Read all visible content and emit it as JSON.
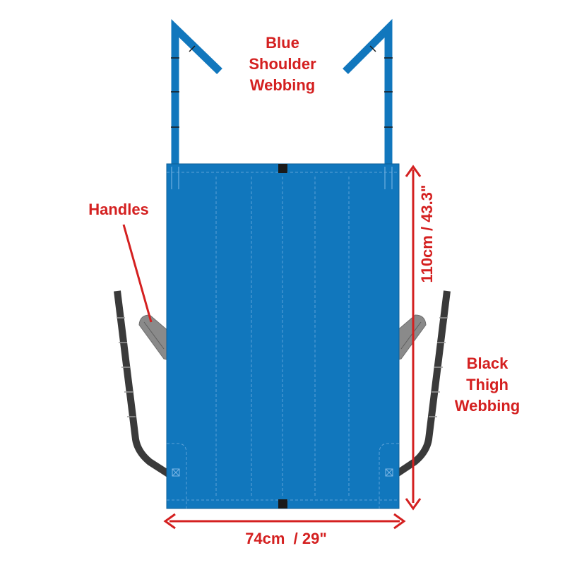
{
  "labels": {
    "shoulder": [
      "Blue",
      "Shoulder",
      "Webbing"
    ],
    "handles": "Handles",
    "thigh": [
      "Black",
      "Thigh",
      "Webbing"
    ],
    "width": "74cm  / 29\"",
    "height": "110cm / 43.3\""
  },
  "colors": {
    "sling_blue": "#1177bd",
    "webbing_black": "#3a3a3a",
    "handle_grey": "#8a8a8a",
    "annotation_red": "#d42020"
  }
}
